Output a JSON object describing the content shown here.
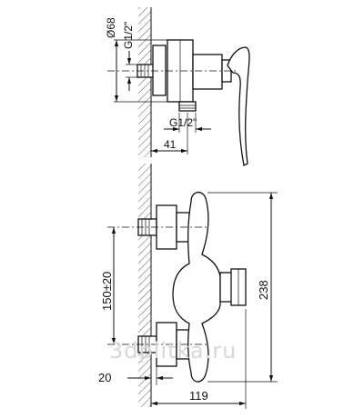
{
  "dimensions": {
    "top_diameter": "Ø68",
    "top_thread_vertical": "G1/2\"",
    "top_thread_horizontal": "G1/2\"",
    "top_depth": "41",
    "center_distance": "150±20",
    "total_height": "238",
    "wall_offset": "20",
    "total_depth": "119"
  },
  "watermark": "3dplitka.ru"
}
